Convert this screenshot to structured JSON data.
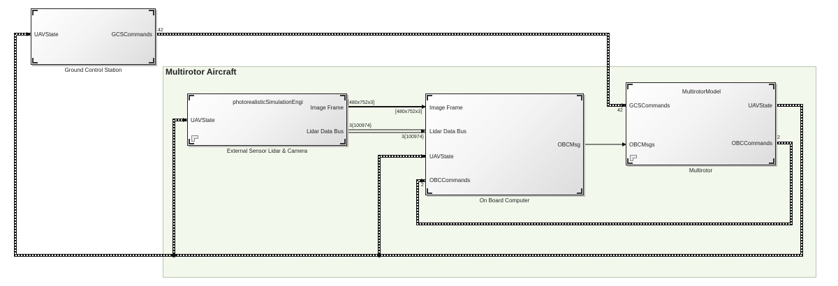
{
  "diagram": {
    "subsystem_title": "Multirotor Aircraft",
    "blocks": {
      "gcs": {
        "caption": "Ground Control Station",
        "in_port": "UAVState",
        "out_port": "GCSCommands"
      },
      "sensor": {
        "title": "photorealisticSimulationEngi",
        "caption": "External Sensor Lidar & Camera",
        "in_port": "UAVState",
        "out_port_1": "Image Frame",
        "out_port_2": "Lidar Data Bus"
      },
      "obc": {
        "caption": "On Board Computer",
        "in_port_1": "Image Frame",
        "in_port_2": "Lidar Data Bus",
        "in_port_3": "UAVState",
        "in_port_4": "OBCCommands",
        "out_port": "OBCMsg"
      },
      "multirotor": {
        "title": "MultirotorModel",
        "caption": "Multirotor",
        "in_port_1": "GCSCommands",
        "in_port_2": "OBCMsgs",
        "out_port_1": "UAVState",
        "out_port_2": "OBCCommands"
      }
    },
    "signal_labels": {
      "gcs_out_width": "42",
      "multirotor_in_width": "42",
      "image_out_dims": "[480x752x3]",
      "image_in_dims": "[480x752x3]",
      "lidar_out_dims": "3{100974}",
      "lidar_in_dims": "3{100974}",
      "obc_cmd_out_width": "2",
      "obc_cmd_in_width": "2"
    }
  },
  "colors": {
    "subsystem_fill": "#f3f8ec",
    "line": "#111111"
  }
}
